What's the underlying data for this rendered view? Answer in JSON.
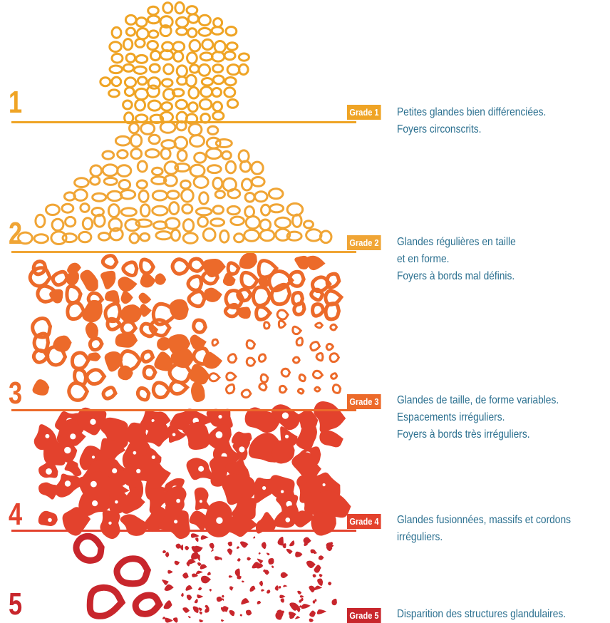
{
  "colors": {
    "grade1": "#efa425",
    "grade2": "#f0a535",
    "grade3": "#ec6a2a",
    "grade4": "#e3422d",
    "grade5": "#c8262c",
    "text": "#2a6f8f"
  },
  "grades": [
    {
      "number": "1",
      "badge": "Grade 1",
      "lines": [
        "Petites glandes bien différenciées.",
        "Foyers circonscrits."
      ]
    },
    {
      "number": "2",
      "badge": "Grade 2",
      "lines": [
        "Glandes régulières en taille",
        "et en forme.",
        "Foyers à bords mal définis."
      ]
    },
    {
      "number": "3",
      "badge": "Grade 3",
      "lines": [
        "Glandes de taille, de forme variables.",
        "Espacements irréguliers.",
        "Foyers à bords très irréguliers."
      ]
    },
    {
      "number": "4",
      "badge": "Grade 4",
      "lines": [
        "Glandes fusionnées, massifs et cordons",
        "irréguliers."
      ]
    },
    {
      "number": "5",
      "badge": "Grade 5",
      "lines": [
        "Disparition des structures glandulaires."
      ]
    }
  ]
}
